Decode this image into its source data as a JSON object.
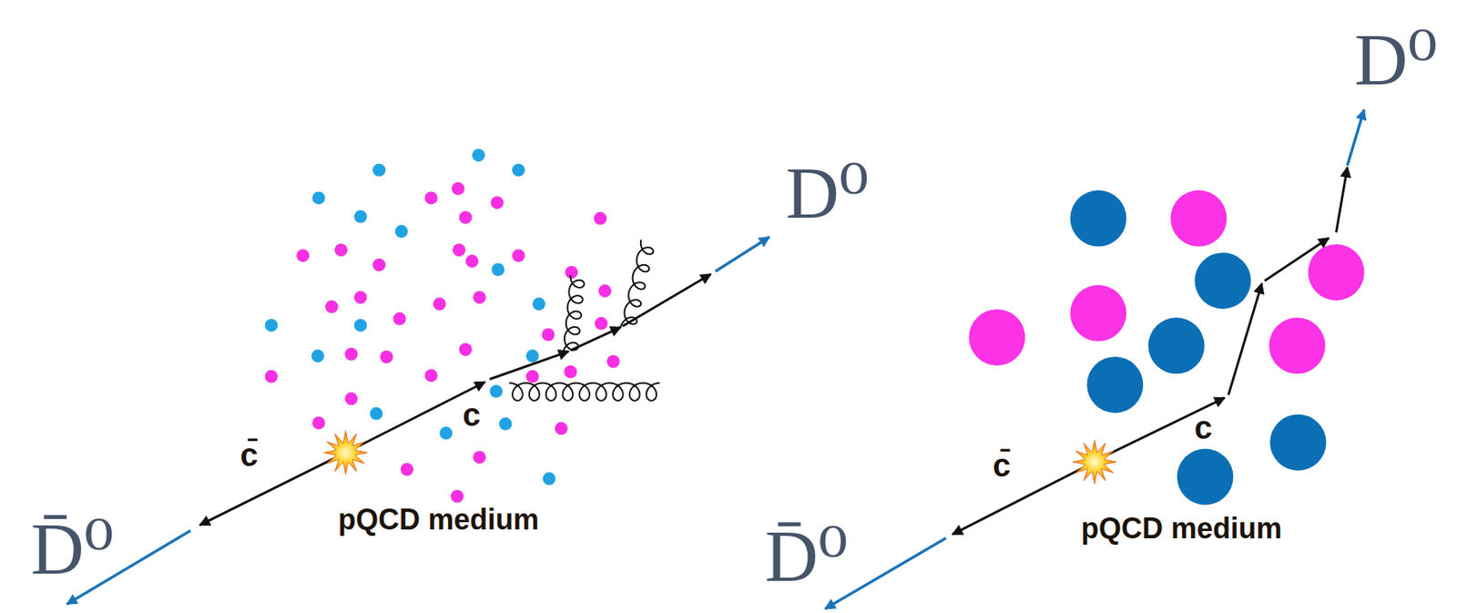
{
  "diagram": {
    "nodes": [
      {
        "text": [
          "pQCD medium"
        ]
      },
      {
        "text": [
          "pQCD medium"
        ]
      }
    ],
    "labels": [
      "c̄",
      "c",
      "D⁰",
      "D̄⁰",
      "c̄",
      "c",
      "D⁰",
      "D̄⁰"
    ]
  }
}
